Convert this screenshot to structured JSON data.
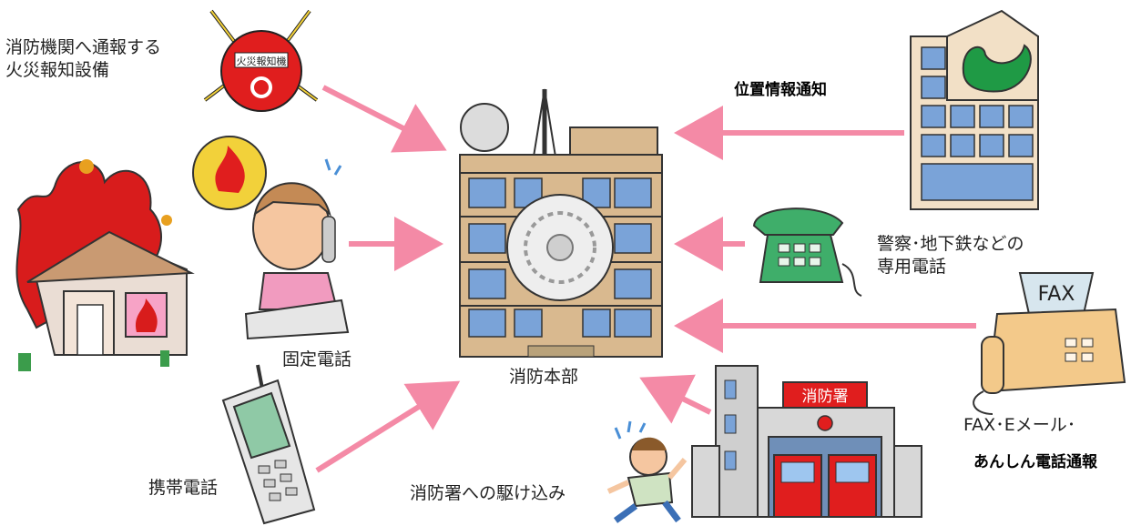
{
  "labels": {
    "alarm": "消防機関へ通報する\n火災報知設備",
    "alarm_badge": "火災報知機",
    "location": "位置情報通知",
    "police": "警察･地下鉄などの\n専用電話",
    "landline": "固定電話",
    "hq": "消防本部",
    "fax_sign": "FAX",
    "fax": "FAX･Eメール･",
    "anshin": "あんしん電話通報",
    "mobile": "携帯電話",
    "rush": "消防署への駆け込み",
    "station_sign": "消防署"
  },
  "colors": {
    "arrow": "#f48aa6",
    "fire": "#e01e1e",
    "building_blue": "#7aa3d8",
    "phone_green": "#3fae6a",
    "phone_tan": "#f3c98a"
  }
}
